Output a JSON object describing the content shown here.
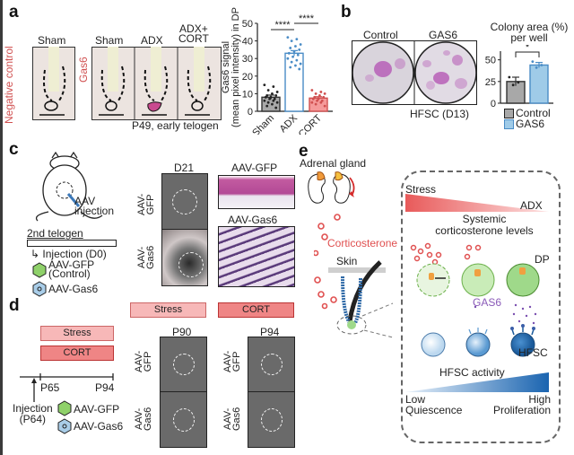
{
  "panels": {
    "a": {
      "label": "a",
      "negative_control_label": "Negative control",
      "gas6_label": "Gas6",
      "image_headers": [
        "Sham",
        "Sham",
        "ADX",
        "ADX+\nCORT"
      ],
      "image_header_1": "Sham",
      "image_header_2": "Sham",
      "image_header_3": "ADX",
      "image_header_4a": "ADX+",
      "image_header_4b": "CORT",
      "caption": "P49, early telogen"
    },
    "b": {
      "label": "b",
      "image_headers": [
        "Control",
        "GAS6"
      ],
      "caption": "HFSC (D13)",
      "legend": [
        {
          "label": "Control",
          "color": "#a8a8a8"
        },
        {
          "label": "GAS6",
          "color": "#9fcbe8"
        }
      ]
    },
    "c": {
      "label": "c",
      "aav_injection": [
        "AAV",
        "injection"
      ],
      "timeline_label": "2nd telogen",
      "injection_label": "Injection (D0)",
      "legend": [
        {
          "label": "AAV-GFP",
          "sub": "(Control)",
          "color": "#8fd16a"
        },
        {
          "label": "AAV-Gas6",
          "color": "#a9cde8"
        }
      ],
      "d21_label": "D21",
      "row_labels": [
        [
          "AAV-",
          "GFP"
        ],
        [
          "AAV-",
          "Gas6"
        ]
      ],
      "histology_labels": [
        "AAV-GFP",
        "AAV-Gas6"
      ]
    },
    "d": {
      "label": "d",
      "bars": [
        {
          "label": "Stress",
          "color": "#f7b8b8"
        },
        {
          "label": "CORT",
          "color": "#ef8585"
        }
      ],
      "timeline_ticks": [
        "P65",
        "P94"
      ],
      "injection_label": [
        "Injection",
        "(P64)"
      ],
      "legend": [
        "AAV-GFP",
        "AAV-Gas6"
      ],
      "groups": [
        {
          "header": "Stress",
          "time": "P90"
        },
        {
          "header": "CORT",
          "time": "P94"
        }
      ],
      "row_labels": [
        [
          "AAV-",
          "GFP"
        ],
        [
          "AAV-",
          "Gas6"
        ]
      ]
    },
    "e": {
      "label": "e",
      "adrenal_label": "Adrenal gland",
      "corticosterone_label": "Corticosterone",
      "skin_label": "Skin",
      "stress_label": "Stress",
      "adx_label": "ADX",
      "systemic_label": [
        "Systemic",
        "corticosterone levels"
      ],
      "dp_label": "DP",
      "gas6_label": "GAS6",
      "hfsc_label": "HFSC",
      "activity_label": "HFSC activity",
      "low_label": [
        "Low",
        "Quiescence"
      ],
      "high_label": [
        "High",
        "Proliferation"
      ]
    }
  },
  "chart_data": [
    {
      "type": "bar",
      "title": "",
      "ylabel": "Gas6 signal (mean pixel intensity) in DP",
      "ylabel_lines": [
        "Gas6 signal",
        "(mean pixel intensity) in DP"
      ],
      "xlabel": "",
      "categories": [
        "Sham",
        "ADX",
        "ADX +CORT"
      ],
      "values": [
        8,
        33,
        7.5
      ],
      "errors": [
        1.2,
        1.5,
        0.8
      ],
      "colors": [
        "#a8a8a8",
        "#ffffff",
        "#f59a9a"
      ],
      "edge_colors": [
        "#333333",
        "#4a8cc6",
        "#d05050"
      ],
      "ylim": [
        0,
        50
      ],
      "yticks": [
        0,
        10,
        20,
        30,
        40,
        50
      ],
      "significance": [
        {
          "between": [
            "Sham",
            "ADX"
          ],
          "label": "****"
        },
        {
          "between": [
            "ADX",
            "ADX +CORT"
          ],
          "label": "****"
        }
      ],
      "points": {
        "Sham": [
          15,
          14,
          12,
          11,
          10,
          9,
          9,
          8,
          8,
          7,
          7,
          6,
          6,
          5,
          5,
          4,
          3,
          2
        ],
        "ADX": [
          42,
          41,
          40,
          38,
          37,
          36,
          35,
          34,
          33,
          32,
          31,
          30,
          29,
          28,
          27,
          26,
          25,
          24
        ],
        "ADX +CORT": [
          12,
          11,
          10,
          10,
          9,
          8,
          8,
          7,
          7,
          6,
          6,
          5,
          5,
          4,
          3
        ]
      }
    },
    {
      "type": "bar",
      "title": "Colony area (%) per well",
      "title_lines": [
        "Colony area (%)",
        "per well"
      ],
      "ylabel": "",
      "categories": [
        "Control",
        "GAS6"
      ],
      "values": [
        25,
        44
      ],
      "errors": [
        5,
        3
      ],
      "colors": [
        "#a8a8a8",
        "#9fcbe8"
      ],
      "edge_colors": [
        "#333333",
        "#4a8cc6"
      ],
      "ylim": [
        0,
        60
      ],
      "yticks": [
        0,
        25,
        50
      ],
      "significance": [
        {
          "between": [
            "Control",
            "GAS6"
          ],
          "label": "*"
        }
      ],
      "points": {
        "Control": [
          30,
          24,
          21
        ],
        "GAS6": [
          48,
          44,
          41
        ]
      }
    }
  ]
}
